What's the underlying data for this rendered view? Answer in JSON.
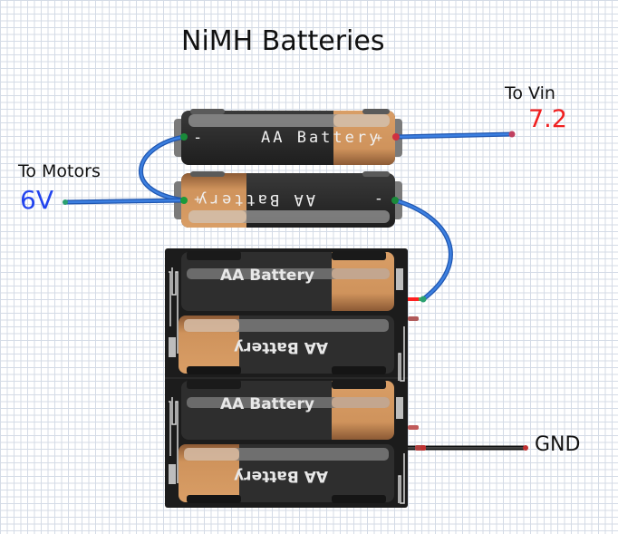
{
  "title": "NiMH Batteries",
  "labels": {
    "vin_label": "To Vin",
    "vin_value": "7.2",
    "motors_label": "To Motors",
    "motors_value": "6V",
    "gnd_label": "GND"
  },
  "colors": {
    "vin_value": "#f02020",
    "motors_value": "#2244ee",
    "wire_blue": "#2e6fd0",
    "wire_black": "#1a1a1a",
    "battery_copper": "#d29760",
    "battery_body": "#2b2b2b",
    "holder": "#1c1c1c"
  },
  "loose_batteries": [
    {
      "label": "AA Battery",
      "minus": "-",
      "plus": "+",
      "orientation": "minus-left"
    },
    {
      "label": "AA Battery",
      "minus": "-",
      "plus": "+",
      "orientation": "minus-right"
    }
  ],
  "holder_batteries": [
    {
      "label": "AA Battery",
      "orientation": "upright"
    },
    {
      "label": "AA Battery",
      "orientation": "flipped"
    },
    {
      "label": "AA Battery",
      "orientation": "upright"
    },
    {
      "label": "AA Battery",
      "orientation": "flipped"
    }
  ]
}
